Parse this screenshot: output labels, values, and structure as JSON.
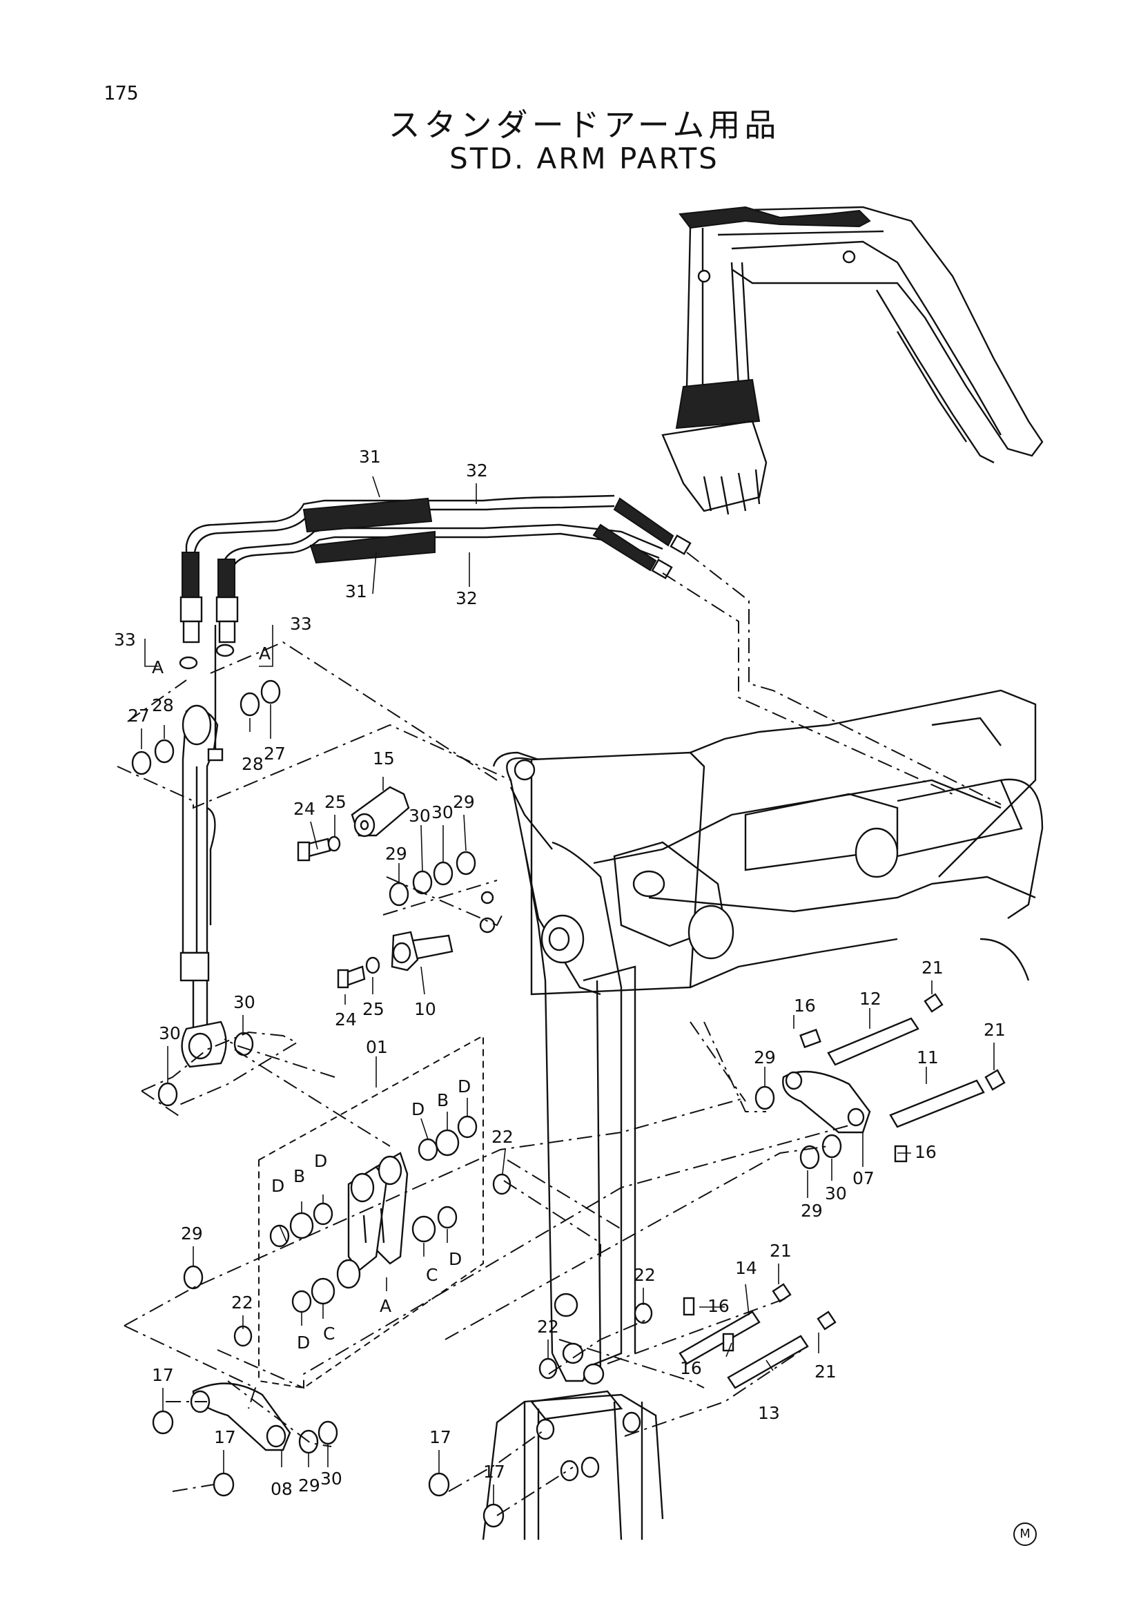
{
  "page": {
    "number": "175",
    "title_jp": "スタンダードアーム用品",
    "title_en": "STD. ARM PARTS",
    "corner_mark": "M"
  },
  "callouts": [
    {
      "id": "c31a",
      "text": "31"
    },
    {
      "id": "c31b",
      "text": "31"
    },
    {
      "id": "c32a",
      "text": "32"
    },
    {
      "id": "c32b",
      "text": "32"
    },
    {
      "id": "c33a",
      "text": "33"
    },
    {
      "id": "c33b",
      "text": "33"
    },
    {
      "id": "cAa",
      "text": "A"
    },
    {
      "id": "cAb",
      "text": "A"
    },
    {
      "id": "c27a",
      "text": "27"
    },
    {
      "id": "c28a",
      "text": "28"
    },
    {
      "id": "c28b",
      "text": "28"
    },
    {
      "id": "c27b",
      "text": "27"
    },
    {
      "id": "c15",
      "text": "15"
    },
    {
      "id": "c24a",
      "text": "24"
    },
    {
      "id": "c25a",
      "text": "25"
    },
    {
      "id": "c29a",
      "text": "29"
    },
    {
      "id": "c30a",
      "text": "30"
    },
    {
      "id": "c30b",
      "text": "30"
    },
    {
      "id": "c29b",
      "text": "29"
    },
    {
      "id": "c24b",
      "text": "24"
    },
    {
      "id": "c25b",
      "text": "25"
    },
    {
      "id": "c10",
      "text": "10"
    },
    {
      "id": "c30c",
      "text": "30"
    },
    {
      "id": "c30d",
      "text": "30"
    },
    {
      "id": "c01",
      "text": "01"
    },
    {
      "id": "cD1",
      "text": "D"
    },
    {
      "id": "cB1",
      "text": "B"
    },
    {
      "id": "cD2",
      "text": "D"
    },
    {
      "id": "cD3",
      "text": "D"
    },
    {
      "id": "cB2",
      "text": "B"
    },
    {
      "id": "cD4",
      "text": "D"
    },
    {
      "id": "cC1",
      "text": "C"
    },
    {
      "id": "cD5",
      "text": "D"
    },
    {
      "id": "cA2",
      "text": "A"
    },
    {
      "id": "cD6",
      "text": "D"
    },
    {
      "id": "cC2",
      "text": "C"
    },
    {
      "id": "c29c",
      "text": "29"
    },
    {
      "id": "c22a",
      "text": "22"
    },
    {
      "id": "c22b",
      "text": "22"
    },
    {
      "id": "c22c",
      "text": "22"
    },
    {
      "id": "c22d",
      "text": "22"
    },
    {
      "id": "c16a",
      "text": "16"
    },
    {
      "id": "c12",
      "text": "12"
    },
    {
      "id": "c21a",
      "text": "21"
    },
    {
      "id": "c21b",
      "text": "21"
    },
    {
      "id": "c11",
      "text": "11"
    },
    {
      "id": "c29d",
      "text": "29"
    },
    {
      "id": "c16b",
      "text": "16"
    },
    {
      "id": "c07",
      "text": "07"
    },
    {
      "id": "c29e",
      "text": "29"
    },
    {
      "id": "c30e",
      "text": "30"
    },
    {
      "id": "c14",
      "text": "14"
    },
    {
      "id": "c21c",
      "text": "21"
    },
    {
      "id": "c16c",
      "text": "16"
    },
    {
      "id": "c16d",
      "text": "16"
    },
    {
      "id": "c21d",
      "text": "21"
    },
    {
      "id": "c13",
      "text": "13"
    },
    {
      "id": "c17a",
      "text": "17"
    },
    {
      "id": "c17b",
      "text": "17"
    },
    {
      "id": "c08",
      "text": "08"
    },
    {
      "id": "c29f",
      "text": "29"
    },
    {
      "id": "c30f",
      "text": "30"
    },
    {
      "id": "c17c",
      "text": "17"
    },
    {
      "id": "c17d",
      "text": "17"
    }
  ]
}
